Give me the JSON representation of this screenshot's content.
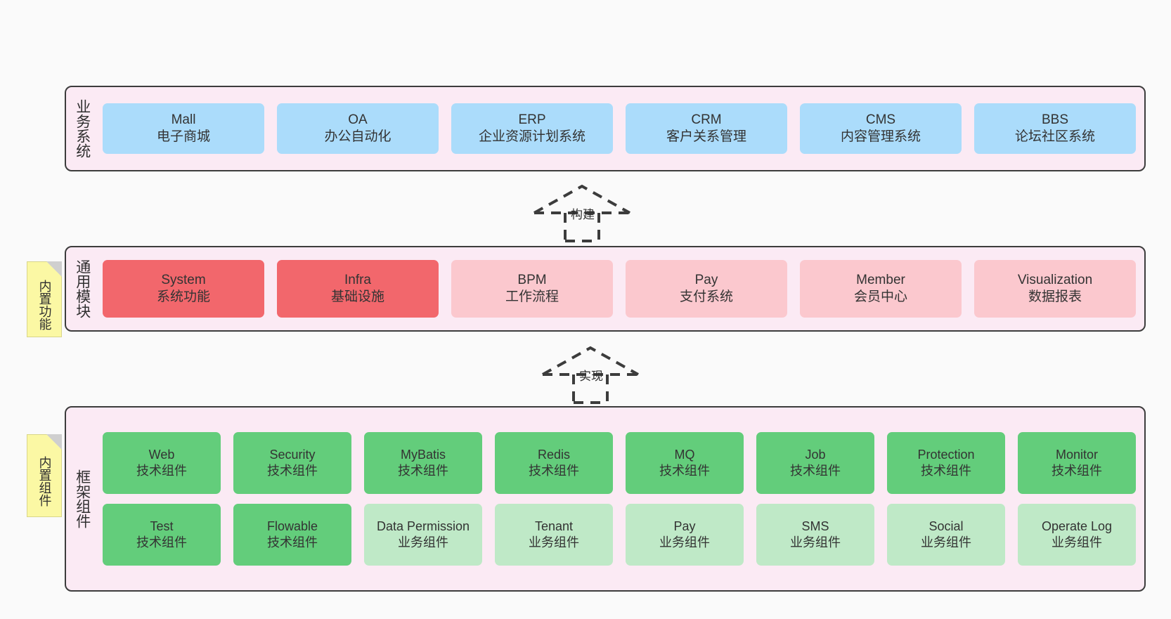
{
  "page": {
    "background_color": "#fafafa",
    "panel_color": "#fbeaf4",
    "border_color": "#3c3c3c"
  },
  "layers": [
    {
      "id": "business",
      "title": "业务系统",
      "box_color": "#abdcfb",
      "boxes": [
        {
          "en": "Mall",
          "cn": "电子商城"
        },
        {
          "en": "OA",
          "cn": "办公自动化"
        },
        {
          "en": "ERP",
          "cn": "企业资源计划系统"
        },
        {
          "en": "CRM",
          "cn": "客户关系管理"
        },
        {
          "en": "CMS",
          "cn": "内容管理系统"
        },
        {
          "en": "BBS",
          "cn": "论坛社区系统"
        }
      ]
    },
    {
      "id": "modules",
      "title": "通用模块",
      "sticky": "内置功能",
      "sticky_color": "#fbf8a4",
      "color_strong": "#f2676c",
      "color_light": "#fbc8ce",
      "boxes": [
        {
          "en": "System",
          "cn": "系统功能",
          "variant": "strong"
        },
        {
          "en": "Infra",
          "cn": "基础设施",
          "variant": "strong"
        },
        {
          "en": "BPM",
          "cn": "工作流程",
          "variant": "light"
        },
        {
          "en": "Pay",
          "cn": "支付系统",
          "variant": "light"
        },
        {
          "en": "Member",
          "cn": "会员中心",
          "variant": "light"
        },
        {
          "en": "Visualization",
          "cn": "数据报表",
          "variant": "light"
        }
      ]
    },
    {
      "id": "framework",
      "title": "框架组件",
      "sticky": "内置组件",
      "sticky_color": "#fbf8a4",
      "color_strong": "#63cd7b",
      "color_light": "#bfe9c7",
      "rows": [
        [
          {
            "en": "Web",
            "cn": "技术组件",
            "variant": "strong"
          },
          {
            "en": "Security",
            "cn": "技术组件",
            "variant": "strong"
          },
          {
            "en": "MyBatis",
            "cn": "技术组件",
            "variant": "strong"
          },
          {
            "en": "Redis",
            "cn": "技术组件",
            "variant": "strong"
          },
          {
            "en": "MQ",
            "cn": "技术组件",
            "variant": "strong"
          },
          {
            "en": "Job",
            "cn": "技术组件",
            "variant": "strong"
          },
          {
            "en": "Protection",
            "cn": "技术组件",
            "variant": "strong"
          },
          {
            "en": "Monitor",
            "cn": "技术组件",
            "variant": "strong"
          }
        ],
        [
          {
            "en": "Test",
            "cn": "技术组件",
            "variant": "strong"
          },
          {
            "en": "Flowable",
            "cn": "技术组件",
            "variant": "strong"
          },
          {
            "en": "Data Permission",
            "cn": "业务组件",
            "variant": "light"
          },
          {
            "en": "Tenant",
            "cn": "业务组件",
            "variant": "light"
          },
          {
            "en": "Pay",
            "cn": "业务组件",
            "variant": "light"
          },
          {
            "en": "SMS",
            "cn": "业务组件",
            "variant": "light"
          },
          {
            "en": "Social",
            "cn": "业务组件",
            "variant": "light"
          },
          {
            "en": "Operate Log",
            "cn": "业务组件",
            "variant": "light"
          }
        ]
      ]
    }
  ],
  "arrows": [
    {
      "id": "build",
      "label": "构建"
    },
    {
      "id": "impl",
      "label": "实现"
    }
  ]
}
